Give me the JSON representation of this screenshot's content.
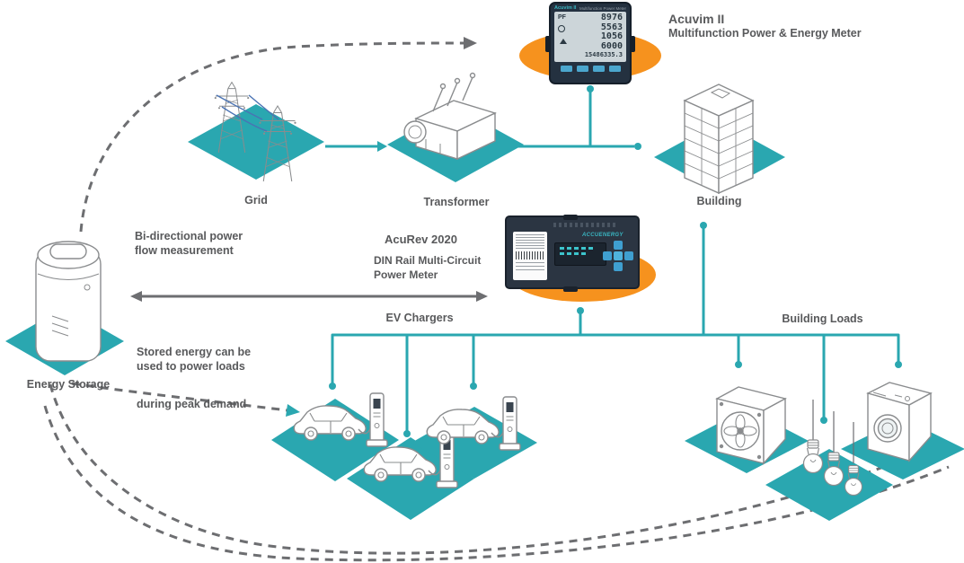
{
  "top_meter": {
    "face_brand": "Acuvim II",
    "face_note": "Multifunction Power Meter",
    "lcd": {
      "pf": "PF",
      "rows": [
        "8976",
        "5563",
        "1056",
        "6000"
      ],
      "total": "15486335.3"
    }
  },
  "mid_meter": {
    "brand": "ACCUENERGY"
  },
  "captions": {
    "top": {
      "title": "Acuvim II",
      "subtitle": "Multifunction Power & Energy Meter"
    },
    "mid": {
      "title": "AcuRev 2020",
      "line2": "DIN Rail Multi-Circuit",
      "line3": "Power Meter"
    }
  },
  "nodes": {
    "grid": "Grid",
    "transformer": "Transformer",
    "building": "Building",
    "storage": "Energy Storage",
    "ev": "EV Chargers",
    "loads": "Building Loads"
  },
  "notes": {
    "left": {
      "line1": "Bi-directional power",
      "line2": "flow measurement"
    },
    "bottom": {
      "line1": "Stored energy can be",
      "line2": "used to power loads",
      "line3": "during peak demand"
    }
  },
  "colors": {
    "teal": "#2aa7b0",
    "orange": "#f6921e",
    "text_gray": "#58595b",
    "line_gray": "#6d6e71",
    "wire_blue": "#4a73b4"
  }
}
